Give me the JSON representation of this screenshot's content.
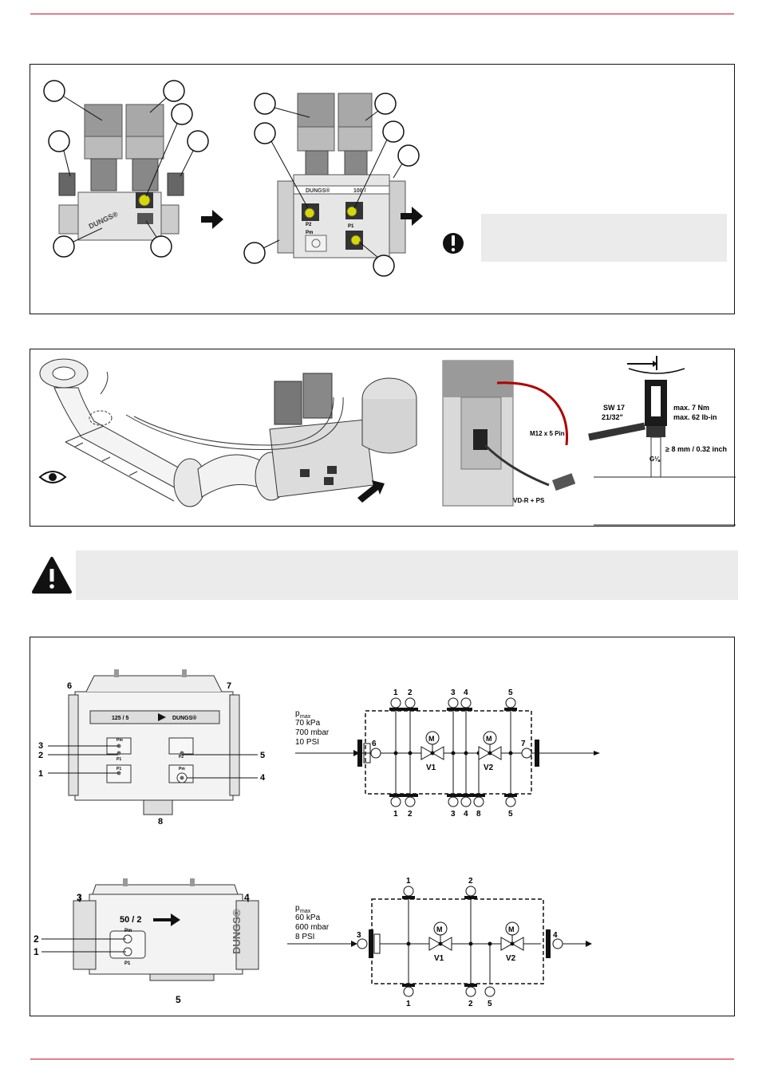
{
  "brand": "DUNGS",
  "brand_reg": "DUNGS®",
  "colors": {
    "accent_rule": "#c8102e",
    "highlight": "#d8d800",
    "cable": "#b00000"
  },
  "icons": {
    "note": "exclamation-circle-icon",
    "warning": "warning-triangle-icon",
    "view": "eye-icon"
  },
  "panel1": {
    "device_b_labels": {
      "left": "DUNGS®",
      "right": "100 /",
      "p2": "P2",
      "pm": "Pm",
      "p1": "P1"
    }
  },
  "panel2": {
    "m12": "M12 x 5 Pin",
    "vdr_ps": "VD-R  + PS",
    "sw17": "SW 17",
    "sw17_inch": "21/32\"",
    "torque_nm": "max. 7 Nm",
    "torque_lbin": "max. 62 lb-in",
    "depth": "≥ 8 mm / 0.32 inch",
    "thread": "G⅛"
  },
  "panel3": {
    "top": {
      "model": "125 / 5",
      "ports": {
        "pm": "Pm",
        "p1": "P1",
        "p2": "P2"
      },
      "callouts": [
        "1",
        "2",
        "3",
        "4",
        "5",
        "6",
        "7",
        "8"
      ],
      "pmax_sub": "max",
      "pmax_p": "p",
      "pressures": [
        "70 kPa",
        "700 mbar",
        "10 PSI"
      ],
      "valves": [
        "V1",
        "V2"
      ],
      "motor": "M",
      "top_nums": [
        "1",
        "2",
        "3",
        "4",
        "5"
      ],
      "bottom_nums": [
        "1",
        "2",
        "3",
        "4",
        "8",
        "5"
      ],
      "inlet": "6",
      "outlet": "7"
    },
    "bottom": {
      "model": "50 / 2",
      "ports": {
        "pm": "Pm",
        "p1": "P1"
      },
      "callouts": [
        "1",
        "2",
        "3",
        "4",
        "5"
      ],
      "pressures": [
        "60 kPa",
        "600 mbar",
        "8 PSI"
      ],
      "valves": [
        "V1",
        "V2"
      ],
      "motor": "M",
      "top_nums": [
        "1",
        "2"
      ],
      "bottom_nums": [
        "1",
        "2",
        "5"
      ],
      "inlet": "3",
      "outlet": "4"
    }
  }
}
